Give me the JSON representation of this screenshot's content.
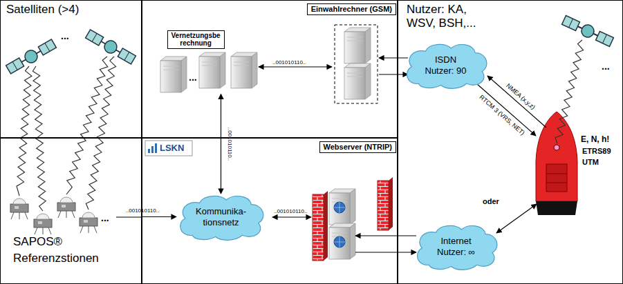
{
  "diagram": {
    "nodes": [
      {
        "text": [
          "Satelliten (>4)"
        ]
      },
      {
        "text": [
          "SAPOS®",
          "Referenzstionen"
        ]
      },
      {
        "text": [
          "Einwahlrechner (GSM)"
        ]
      },
      {
        "text": [
          "Vernetzungsbe rechnung"
        ],
        "in": 2
      },
      {
        "text": [
          "Webserver (NTRIP)"
        ]
      },
      {
        "text": [
          "Kommunika- tionsnetz"
        ],
        "in": 4
      },
      {
        "text": [
          "Nutzer: KA, WSV, BSH,..."
        ]
      },
      {
        "text": [
          "ISDN Nutzer: 90"
        ],
        "in": 6
      },
      {
        "text": [
          "Internet Nutzer: ∞"
        ],
        "in": 6
      }
    ],
    "edges": [
      {
        "from": 1,
        "to": 5,
        "arrow": "to",
        "label": "..001010110.."
      },
      {
        "from": 5,
        "to": 3,
        "arrow": "both",
        "label": "..001010110.."
      }
    ],
    "labels": [
      "...",
      "...",
      "...",
      "...",
      "..001010110..",
      "..001010110..",
      "LSKN",
      "NMEA (x,y,z)",
      "RTCM 3 (VRS, NET)",
      "oder",
      "E, N, h!",
      "ETRS89",
      "UTM"
    ]
  }
}
